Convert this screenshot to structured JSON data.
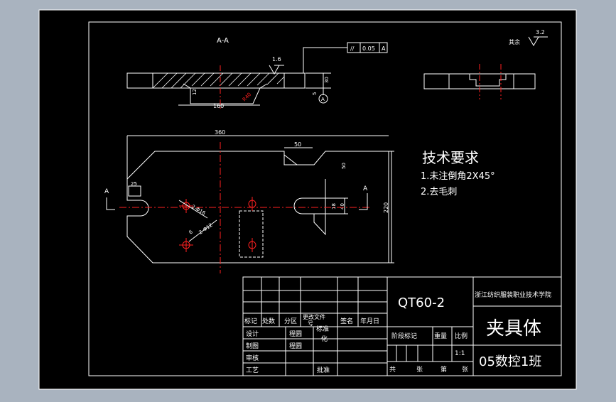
{
  "colors": {
    "background": "#a9b3bf",
    "canvas": "#000000",
    "line": "#ffffff",
    "centerline": "#ff2020",
    "hatch": "#ffffff"
  },
  "section": {
    "label": "A-A",
    "roughness_value": "1.6",
    "tolerance": {
      "symbol": "//",
      "value": "0.05",
      "datum": "A"
    },
    "dim_12": "12",
    "dim_5": "5",
    "dim_30": "30",
    "dim_160": "160",
    "dim_r": "R40",
    "datum_marker": "A"
  },
  "right_view": {
    "roughness_value": "3.2",
    "roughness_note": "其余"
  },
  "plan": {
    "dim_360": "360",
    "dim_50_top": "50",
    "dim_50_side": "50",
    "dim_25": "25",
    "dim_18": "18",
    "dim_40": "40",
    "dim_220": "220",
    "hole1": "2-Φ16",
    "hole2": "2-Φ12",
    "dim_6": "6",
    "section_a_left": "A",
    "section_a_right": "A"
  },
  "tech_requirements": {
    "title": "技术要求",
    "item1": "1.未注倒角2X45°",
    "item2": "2.去毛刺"
  },
  "title_block": {
    "drawing_no": "QT60-2",
    "school": "浙江纺织服装职业技术学院",
    "part_name": "夹具体",
    "class_name": "05数控1班",
    "scale": "1:1",
    "labels": {
      "biaoji": "标记",
      "chushu": "处数",
      "fenqu": "分区",
      "gengai_1": "更改文件",
      "gengai_2": "号",
      "qianming": "签名",
      "nianyueri": "年月日",
      "sheji": "设计",
      "zhitu": "制图",
      "shenhe": "审核",
      "gongyi": "工艺",
      "biaozhunhua_1": "标准",
      "biaozhunhua_2": "化",
      "pizhun": "批准",
      "jieduan": "阶段标记",
      "zhongliang": "重量",
      "bili": "比例",
      "gong": "共",
      "zhang1": "张",
      "di": "第",
      "zhang2": "张"
    },
    "designer": "程圆",
    "drafter": "程圆"
  }
}
